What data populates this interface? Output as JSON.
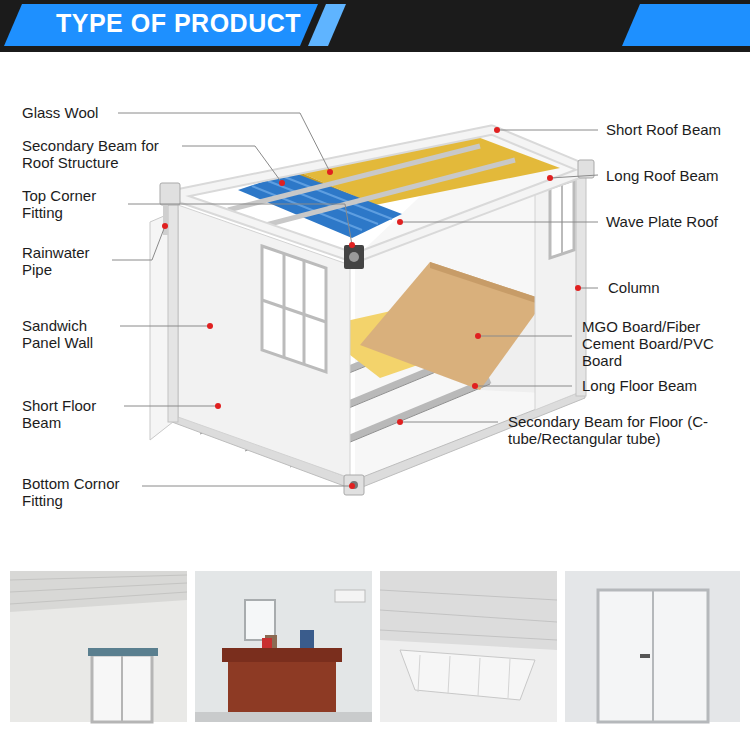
{
  "diagram": {
    "title": "TYPE OF PRODUCT",
    "labels": [
      "Glass Wool",
      "Secondary Beam for Roof Structure",
      "Top Corner Fitting",
      "Rainwater Pipe",
      "Sandwich Panel Wall",
      "Short Floor Beam",
      "Bottom Cornor Fitting",
      "Short Roof Beam",
      "Long Roof Beam",
      "Wave Plate Roof",
      "Column",
      "MGO Board/Fiber Cement Board/PVC Board",
      "Long Floor Beam",
      "Secondary Beam for Floor (C-tube/Rectangular tube)"
    ]
  }
}
